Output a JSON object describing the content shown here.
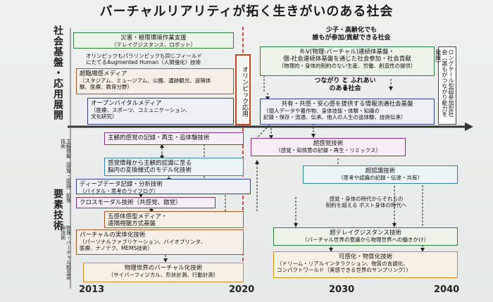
{
  "title": "バーチャルリアリティが拓く生きがいのある社会",
  "axis_left": {
    "top": "社会基盤・応用展開",
    "bottom": "要素技術"
  },
  "side_labels": {
    "sense": "主観情報（感覚・認識）処理技術",
    "physical": "物理・バーチャル相互変換技術"
  },
  "years": [
    "2013",
    "2020",
    "2030",
    "2040"
  ],
  "olympic": "オリンピック応用",
  "longterm": "ロングテール型超参加型社会（誰もがつながり能力を発揮）",
  "society_top": {
    "line1": "少子・高齢化でも",
    "line2": "誰もが参加/貢献できる社会"
  },
  "society_mid": {
    "line1": "つながり と ふれあい",
    "line2": "のある社会"
  },
  "era_note": {
    "line1": "感覚・身体の時代からそれらの",
    "line2": "制約を超える ポスト身体の時代へ"
  },
  "boxes": {
    "b1": {
      "l1": "災害・極限環境作業支援",
      "l2": "（テレイグジスタンス、ロボット）"
    },
    "b2": {
      "l1": "オリンピックもパラリンピックも同じフィールド",
      "l2": "にたてるAugmented Human（人間強化）技術"
    },
    "b3": {
      "l1": "超臨場感メディア",
      "l2": "（スタジアム、ミュージアム、公園、遺跡観光、遠隔体",
      "l3": "験、医療、教育分野）"
    },
    "b4": {
      "l1": "オープンバイタルメディア",
      "l2": "（医療、スポーツ、コミュニケーション、",
      "l3": "文化研究）"
    },
    "b5": {
      "l1": "R-V(物理-バーチャル)連続体基盤・",
      "l2": "個-社会連続体基盤を通じた社会参加・社会貢献",
      "l3": "（物理的・身体的制約のない生産、労働、創造性の提供）"
    },
    "b6": {
      "l1": "共有・共感・安心感を提供する情報流通社会基盤",
      "l2": "（個人データや著作物、身体技能・体験・知識の",
      "l3": "記録・保存・流通、伝承、他人の人生の追体験、技術伝承）"
    },
    "b7": {
      "l1": "主観的感覚の記録・再生・追体験技術"
    },
    "b8": {
      "l1": "超感覚技術",
      "l2": "（感覚・知情意の記録・再生・リミックス）"
    },
    "b9": {
      "l1": "感覚情報から主観的認識に至る",
      "l2": "脳内の変換様式のモデル化技術"
    },
    "b10": {
      "l1": "超認識技術",
      "l2": "（思考や認識の記録・伝達・共有）"
    },
    "b11": {
      "l1": "ディープデータ記録・分析技術",
      "l2": "（バイタル・思考のライフログ）"
    },
    "b12": {
      "l1": "クロスモーダル技術（共感覚、錯覚）"
    },
    "b13": {
      "l1": "五感体感型メディア・",
      "l2": "遠隔視聴方式基盤"
    },
    "b14": {
      "l1": "パーチャルの実体化技術",
      "l2": "（パーソナルファブリケーション、バイオプリンタ、",
      "l3": "医療、ナノテク、MEMS技術）"
    },
    "b15": {
      "l1": "超テレイグジスタンス技術",
      "l2": "（バーチャル世界の意識から物理世界への働きかけ）"
    },
    "b16": {
      "l1": "物理世界のバーチャル化技術",
      "l2": "（サイバーフィジカル、形状計測、行動計測）"
    },
    "b17": {
      "l1": "可感化・物質化技術",
      "l2": "（ドリーム・リアルインタラクション、物質の言語化、",
      "l3": "コンパクトワールド（実感できる世界のサンプリング））"
    }
  },
  "colors": {
    "green": "#2f7d3a",
    "green_fill": "#eef3ea",
    "blue": "#2b3f8f",
    "blue_fill": "#eef0f6",
    "purple": "#8a2f7a",
    "purple_fill": "#f6eef4",
    "teal": "#2f86a0",
    "teal_fill": "#edf4f7",
    "brown": "#a8561f",
    "brown_fill": "#f6efe8",
    "orange": "#d98f1f",
    "orange_fill": "#f7f0e4",
    "red_dash": "#b11f1f"
  }
}
